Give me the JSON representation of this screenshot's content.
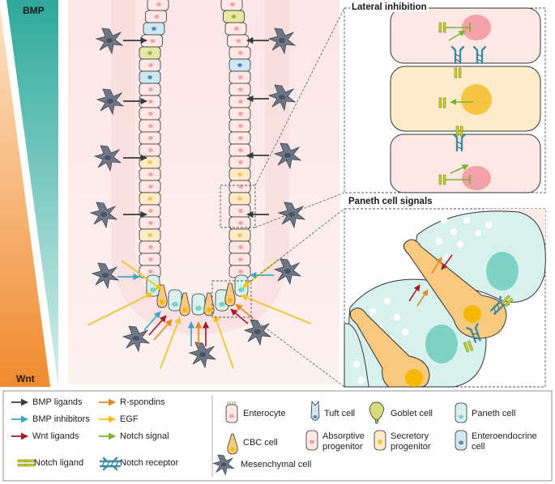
{
  "gradient": {
    "bmp_label": "BMP",
    "wnt_label": "Wnt",
    "colors": {
      "bmp": "#3fb8a9",
      "wnt": "#f08a2e"
    }
  },
  "panels": {
    "lateral_inhibition_title": "Lateral inhibition",
    "paneth_signals_title": "Paneth cell signals"
  },
  "colors": {
    "bmp_ligand": "#3a3a3a",
    "bmp_inhibitor": "#3aa8c8",
    "wnt_ligand": "#a31d2b",
    "r_spondin": "#e8861f",
    "egf": "#f3c21c",
    "notch_signal": "#7ab32e",
    "notch_ligand": "#c8d22e",
    "notch_receptor": "#3b8ea3",
    "mesenchymal": "#6d7785"
  },
  "legend": {
    "arrows": [
      {
        "key": "bmp_ligand",
        "label": "BMP ligands",
        "color": "#3a3a3a"
      },
      {
        "key": "bmp_inhibitor",
        "label": "BMP inhibitors",
        "color": "#3aa8c8"
      },
      {
        "key": "wnt_ligand",
        "label": "Wnt ligands",
        "color": "#a31d2b"
      },
      {
        "key": "r_spondin",
        "label": "R-spondins",
        "color": "#e8861f"
      },
      {
        "key": "egf",
        "label": "EGF",
        "color": "#f3c21c"
      },
      {
        "key": "notch_signal",
        "label": "Notch signal",
        "color": "#7ab32e"
      }
    ],
    "notch_ligand": "Notch ligand",
    "notch_receptor": "Notch receptor",
    "mesenchymal_cell": "Mesenchymal cell",
    "cell_types": {
      "enterocyte": "Enterocyte",
      "tuft_cell": "Tuft cell",
      "goblet_cell": "Goblet cell",
      "paneth_cell": "Paneth cell",
      "cbc_cell": "CBC cell",
      "absorptive_progenitor_line1": "Absorptive",
      "absorptive_progenitor_line2": "progenitor",
      "secretory_progenitor_line1": "Secretory",
      "secretory_progenitor_line2": "progenitor",
      "enteroendocrine_line1": "Enteroendocrine",
      "enteroendocrine_line2": "cell"
    }
  }
}
